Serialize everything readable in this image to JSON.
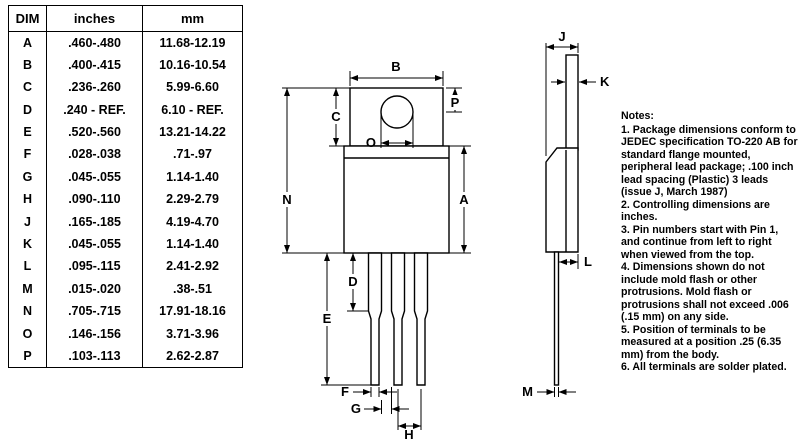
{
  "page": {
    "background": "#ffffff",
    "line_color": "#000000"
  },
  "table": {
    "headers": [
      "DIM",
      "inches",
      "mm"
    ],
    "rows": [
      [
        "A",
        ".460-.480",
        "11.68-12.19"
      ],
      [
        "B",
        ".400-.415",
        "10.16-10.54"
      ],
      [
        "C",
        ".236-.260",
        "5.99-6.60"
      ],
      [
        "D",
        ".240 - REF.",
        "6.10 - REF."
      ],
      [
        "E",
        ".520-.560",
        "13.21-14.22"
      ],
      [
        "F",
        ".028-.038",
        ".71-.97"
      ],
      [
        "G",
        ".045-.055",
        "1.14-1.40"
      ],
      [
        "H",
        ".090-.110",
        "2.29-2.79"
      ],
      [
        "J",
        ".165-.185",
        "4.19-4.70"
      ],
      [
        "K",
        ".045-.055",
        "1.14-1.40"
      ],
      [
        "L",
        ".095-.115",
        "2.41-2.92"
      ],
      [
        "M",
        ".015-.020",
        ".38-.51"
      ],
      [
        "N",
        ".705-.715",
        "17.91-18.16"
      ],
      [
        "O",
        ".146-.156",
        "3.71-3.96"
      ],
      [
        "P",
        ".103-.113",
        "2.62-2.87"
      ]
    ]
  },
  "front_view": {
    "labels": {
      "A": "A",
      "B": "B",
      "C": "C",
      "D": "D",
      "E": "E",
      "F": "F",
      "G": "G",
      "H": "H",
      "N": "N",
      "O": "O",
      "P": "P"
    }
  },
  "side_view": {
    "labels": {
      "J": "J",
      "K": "K",
      "L": "L",
      "M": "M"
    }
  },
  "notes": {
    "title": "Notes:",
    "items": [
      "1.  Package dimensions conform to JEDEC specification TO-220 AB for standard flange mounted, peripheral lead package;  .100 inch lead spacing (Plastic) 3 leads (issue J, March 1987)",
      "2.  Controlling dimensions are inches.",
      "3.  Pin numbers start with Pin 1, and continue from left to right when viewed from the top.",
      "4.  Dimensions shown do not include mold flash or other protrusions.  Mold flash or protrusions shall not exceed .006 (.15 mm) on any side.",
      "5.  Position of terminals to be measured at a position .25 (6.35 mm) from the body.",
      "6. All terminals are solder plated."
    ]
  }
}
